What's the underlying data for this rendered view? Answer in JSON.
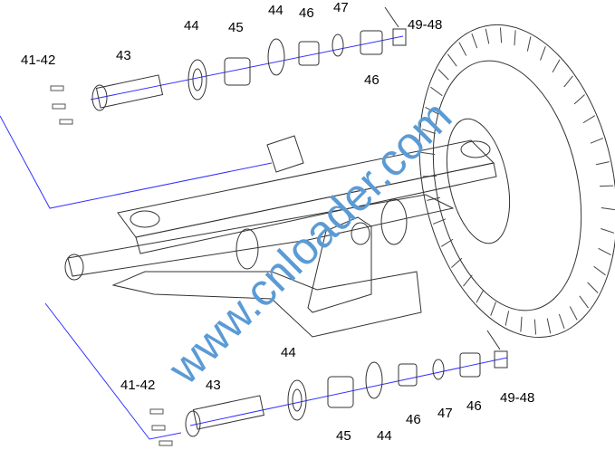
{
  "watermark": "www.cnloader.com",
  "colors": {
    "line": "#333333",
    "leader": "#3333ff",
    "watermark": "#5b9bd5"
  },
  "top_labels": [
    "41-42",
    "43",
    "44",
    "45",
    "44",
    "46",
    "47",
    "49-48",
    "46"
  ],
  "bottom_labels": [
    "41-42",
    "43",
    "44",
    "45",
    "44",
    "46",
    "47",
    "46",
    "49-48"
  ]
}
